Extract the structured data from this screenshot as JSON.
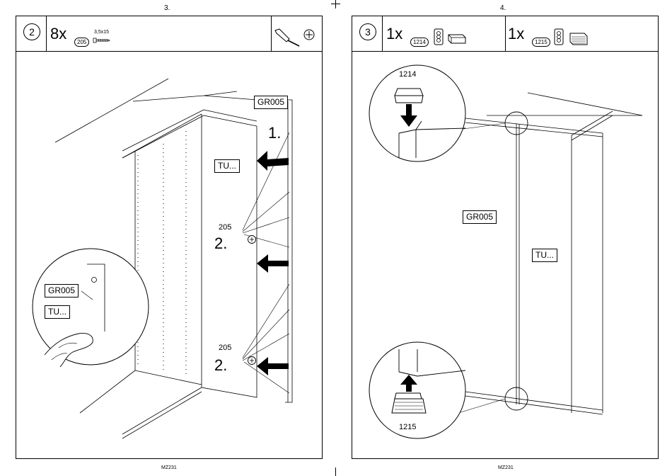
{
  "pages": [
    {
      "page_number": "3.",
      "footer": "MZ231",
      "step": "2",
      "quantity": "8x",
      "part_id": "205",
      "part_size": "3,5x15",
      "tags": {
        "panel_code": "GR005",
        "label": "TU...",
        "inset_panel_code": "GR005",
        "inset_label": "TU..."
      },
      "callouts": {
        "step1": "1.",
        "step2a": "2.",
        "step2b": "2.",
        "screw_a": "205",
        "screw_b": "205"
      },
      "tools": [
        "screwdriver-icon",
        "phillips-bit-icon"
      ]
    },
    {
      "page_number": "4.",
      "footer": "MZ231",
      "step": "3",
      "items": [
        {
          "quantity": "1x",
          "part_id": "1214"
        },
        {
          "quantity": "1x",
          "part_id": "1215"
        }
      ],
      "tags": {
        "panel_code": "GR005",
        "label": "TU..."
      },
      "callouts": {
        "top_part": "1214",
        "bottom_part": "1215"
      }
    }
  ]
}
